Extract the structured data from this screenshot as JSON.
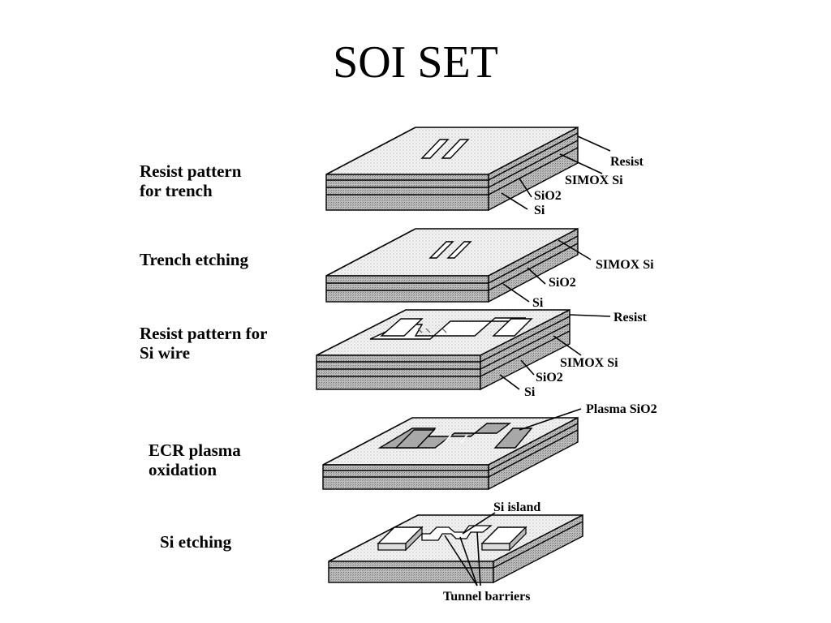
{
  "title": "SOI SET",
  "steps": [
    {
      "label_lines": [
        "Resist pattern",
        "for trench"
      ],
      "callouts": [
        "Resist",
        "SIMOX Si",
        "SiO2",
        "Si"
      ]
    },
    {
      "label_lines": [
        "Trench etching"
      ],
      "callouts": [
        "SIMOX Si",
        "SiO2",
        "Si"
      ]
    },
    {
      "label_lines": [
        "Resist pattern for",
        "Si wire"
      ],
      "callouts": [
        "Resist",
        "SIMOX Si",
        "SiO2",
        "Si"
      ]
    },
    {
      "label_lines": [
        "ECR plasma",
        "oxidation"
      ],
      "callouts": [
        "Plasma SiO2"
      ]
    },
    {
      "label_lines": [
        "Si etching"
      ],
      "callouts": [
        "Si island",
        "Tunnel barriers"
      ]
    }
  ],
  "colors": {
    "line": "#000000",
    "top_surface": "#eeeeee",
    "side_face": "#c8c8c8",
    "stripe": "#8a8a8a"
  }
}
